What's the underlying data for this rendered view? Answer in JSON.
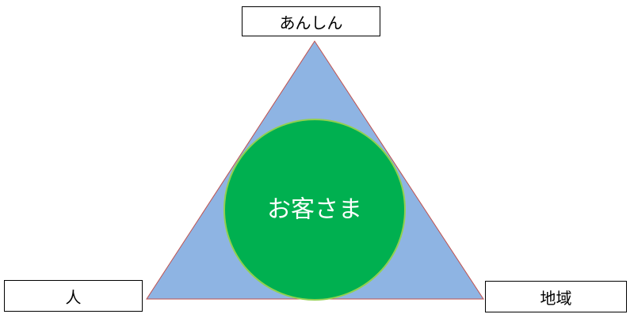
{
  "labels": {
    "top": "あんしん",
    "left": "人",
    "right": "地域",
    "center": "お客さま"
  },
  "colors": {
    "triangle_fill": "#8EB4E3",
    "triangle_stroke": "#C0504D",
    "circle_fill": "#00B050",
    "circle_stroke": "#92D050",
    "center_text": "#FFFFFF",
    "box_border": "#000000"
  }
}
